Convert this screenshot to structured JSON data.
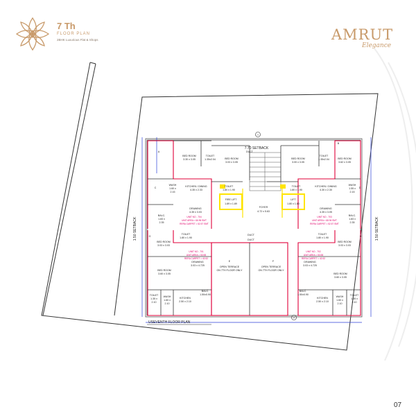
{
  "header": {
    "floor_number": "7 Th",
    "floor_label": "FLOOR PLAN",
    "floor_desc": "2BHK Luxurious Flat & Shops"
  },
  "brand": {
    "name": "AMRUT",
    "tagline": "Elegance"
  },
  "page_number": "07",
  "plan_title": "USEVENTH FLOOR PLAN",
  "rooms": {
    "bed_tl": [
      "BED ROOM",
      "3.30 x 3.05"
    ],
    "toilet_tl": [
      "TOILET",
      "1.35x2.04"
    ],
    "bed_tc1": [
      "BED ROOM",
      "3.03 x 3.05"
    ],
    "bed_tc2": [
      "BED ROOM",
      "3.00 x 3.05"
    ],
    "toilet_tr": [
      "TOILET",
      "1.35x2.04"
    ],
    "bed_tr": [
      "BED ROOM",
      "3.62 x 3.05"
    ],
    "wash_l": [
      "WASH",
      "1.60 x",
      "2.15"
    ],
    "kitchen_l": [
      "KITCHEN / DINING",
      "4.35 x 2.33"
    ],
    "toilet_cl": [
      "TOILET",
      "1.80 x 1.90"
    ],
    "toilet_cr": [
      "TOILET",
      "1.80 x 1.90"
    ],
    "kitchen_r": [
      "KITCHEN / DINING",
      "4.30 x 2.30"
    ],
    "wash_r": [
      "WASH",
      "1.55 x",
      "2.15"
    ],
    "fire_lift": [
      "FIRE LIFT",
      "1.89 x 1.89"
    ],
    "lift": [
      "LIFT",
      "1.80 x 1.80"
    ],
    "foyer": [
      "FOYER",
      "4.72 x 5.63"
    ],
    "balc_l": [
      "BALC.",
      "1.83 x",
      "2.35"
    ],
    "drawing_l": [
      "DRAWING",
      "4.35 x 3.03"
    ],
    "drawing_r": [
      "DRAWING",
      "4.35 x 3.05"
    ],
    "balc_r": [
      "BALC.",
      "1.83 x",
      "2.35"
    ],
    "duct_c": [
      "DUCT"
    ],
    "bed_ml": [
      "BED ROOM",
      "3.03 x 3.03"
    ],
    "toilet_ml": [
      "TOILET",
      "1.80 x 1.90"
    ],
    "toilet_mr": [
      "TOILET",
      "1.80 x 1.90"
    ],
    "bed_mr": [
      "BED ROOM",
      "3.03 x 3.03"
    ],
    "drawing_ml": [
      "DRAWING",
      "3.03 x 4.725"
    ],
    "drawing_mr": [
      "DRAWING",
      "3.03 x 4.725"
    ],
    "bed_bl": [
      "BED ROOM",
      "3.60 x 3.05"
    ],
    "terrace_l": [
      "OPEN TERRACE",
      "ON 7TH FLOOR ONLY"
    ],
    "terrace_r": [
      "OPEN TERRACE",
      "ON 7TH FLOOR ONLY"
    ],
    "bed_br": [
      "BED ROOM",
      "3.60 x 3.05"
    ],
    "toilet_bl": [
      "TOILET",
      "1.35 x",
      "2.10"
    ],
    "wash_bl": [
      "WASH",
      "1.60 x",
      "2.10"
    ],
    "kitchen_bl": [
      "KITCHEN",
      "2.50 x 2.10"
    ],
    "balc_bl": [
      "BALC.",
      "1.50x0.90"
    ],
    "balc_br": [
      "BALC.",
      "1.50x0.90"
    ],
    "kitchen_br": [
      "KITCHEN",
      "2.50 x 2.10"
    ],
    "wash_br": [
      "WASH",
      "1.60 x",
      "2.10"
    ],
    "toilet_br": [
      "TOILET",
      "1.35 x",
      "2.10"
    ]
  },
  "units": {
    "u704": [
      "UNIT NO - 704",
      "UNIT AREA = 66.96 SMT",
      "RERA CARPET = 52.57 SMT"
    ],
    "u703": [
      "UNIT NO - 703",
      "UNIT AREA = 68.94 SMT",
      "RERA CARPET = 52.57 SMT"
    ],
    "u701": [
      "UNIT NO - 701",
      "UNIT AREA = 53.98",
      "RERA CARPET = 40.92"
    ],
    "u702": [
      "UNIT NO - 702",
      "UNIT AREA = 53.98",
      "RERA CARPET = 40.92"
    ]
  },
  "labels": {
    "setback_top": "7.70 SETBACK",
    "setback_l": "1.50 SETBACK",
    "setback_r": "1.50 SETBACK",
    "duct_top": "DUCT",
    "duct_bot": "DUCT",
    "tag_a": "A",
    "tag_b": "B",
    "tag_c": "C",
    "tag_d": "D",
    "tag_e": "E",
    "tag_f": "F",
    "tag_g": "G",
    "tag_h": "H",
    "tag_1": "1",
    "tag_2": "2",
    "tag_3": "3",
    "door_d": "D",
    "door_w": "W"
  },
  "colors": {
    "brand": "#c89a6a",
    "wall": "#e0003a",
    "unit_text": "#e0006a",
    "lift": "#ffe400",
    "dimension": "#2b3fd8"
  }
}
